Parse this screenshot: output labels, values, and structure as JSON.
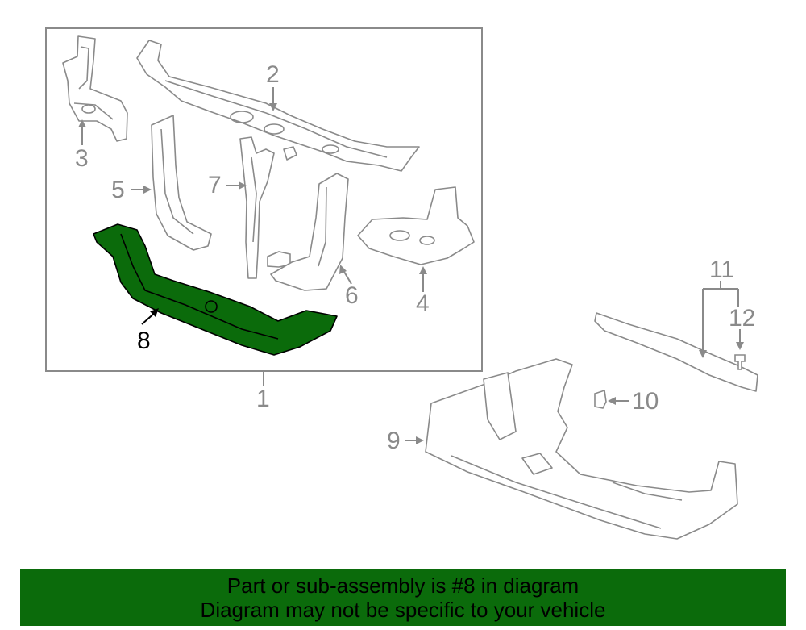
{
  "callouts": {
    "c1": "1",
    "c2": "2",
    "c3": "3",
    "c4": "4",
    "c5": "5",
    "c6": "6",
    "c7": "7",
    "c8": "8",
    "c9": "9",
    "c10": "10",
    "c11": "11",
    "c12": "12"
  },
  "highlight_part": "8",
  "colors": {
    "line_art": "#8a8a8a",
    "highlight_fill": "#0b6b0b",
    "banner_bg": "#0b6b0b",
    "banner_text": "#000000"
  },
  "banner": {
    "line1": "Part or sub-assembly is #8 in diagram",
    "line2": "Diagram may not be specific to your vehicle"
  }
}
